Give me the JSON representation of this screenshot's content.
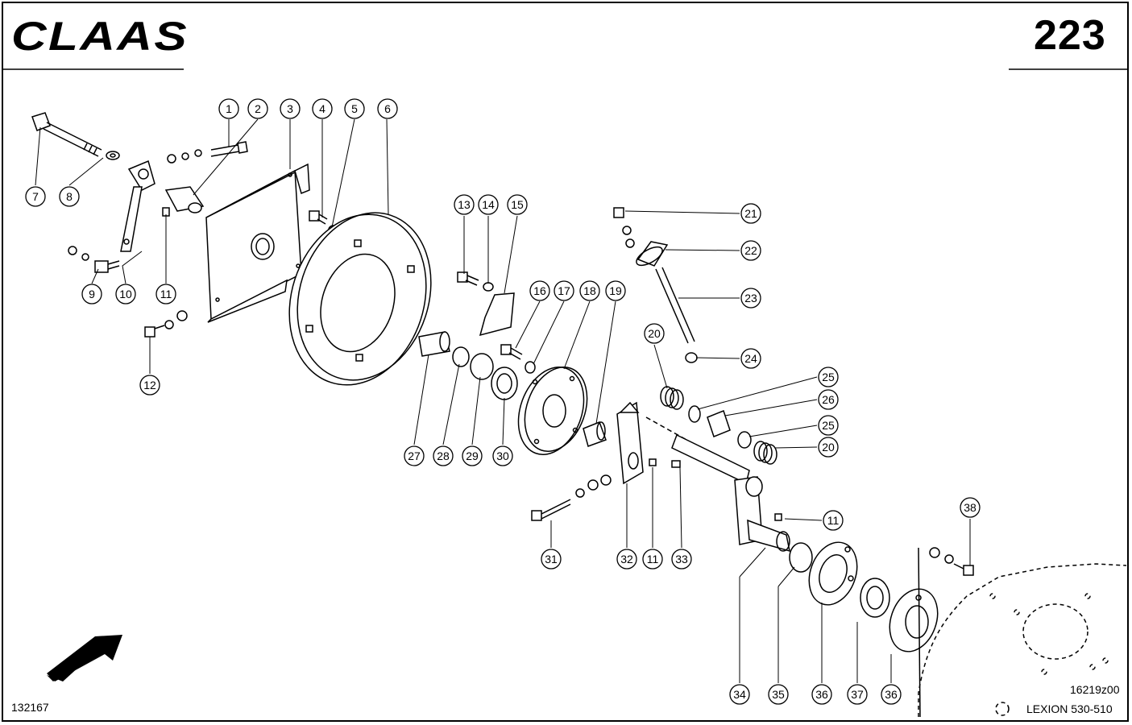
{
  "header": {
    "brand": "CLAAS",
    "page_number": "223"
  },
  "footer": {
    "doc_number": "132167",
    "drawing_number": "16219z00",
    "model": "LEXION 530-510"
  },
  "callouts": [
    {
      "n": "1"
    },
    {
      "n": "2"
    },
    {
      "n": "3"
    },
    {
      "n": "4"
    },
    {
      "n": "5"
    },
    {
      "n": "6"
    },
    {
      "n": "7"
    },
    {
      "n": "8"
    },
    {
      "n": "9"
    },
    {
      "n": "10"
    },
    {
      "n": "11"
    },
    {
      "n": "12"
    },
    {
      "n": "13"
    },
    {
      "n": "14"
    },
    {
      "n": "15"
    },
    {
      "n": "16"
    },
    {
      "n": "17"
    },
    {
      "n": "18"
    },
    {
      "n": "19"
    },
    {
      "n": "21"
    },
    {
      "n": "22"
    },
    {
      "n": "23"
    },
    {
      "n": "20"
    },
    {
      "n": "24"
    },
    {
      "n": "25"
    },
    {
      "n": "26"
    },
    {
      "n": "25"
    },
    {
      "n": "20"
    },
    {
      "n": "27"
    },
    {
      "n": "28"
    },
    {
      "n": "29"
    },
    {
      "n": "30"
    },
    {
      "n": "11"
    },
    {
      "n": "38"
    },
    {
      "n": "31"
    },
    {
      "n": "32"
    },
    {
      "n": "11"
    },
    {
      "n": "33"
    },
    {
      "n": "34"
    },
    {
      "n": "35"
    },
    {
      "n": "36"
    },
    {
      "n": "37"
    },
    {
      "n": "36"
    }
  ]
}
